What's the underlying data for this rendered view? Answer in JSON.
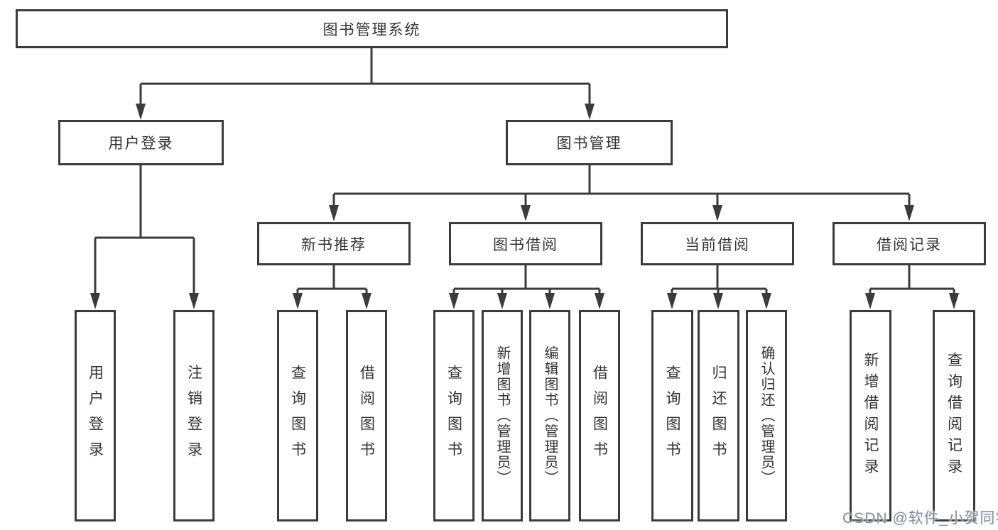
{
  "diagram": {
    "title": "图书管理系统",
    "root": {
      "label": "图书管理系统"
    },
    "level2": [
      {
        "label": "用户登录"
      },
      {
        "label": "图书管理"
      }
    ],
    "level3": [
      {
        "label": "新书推荐"
      },
      {
        "label": "图书借阅"
      },
      {
        "label": "当前借阅"
      },
      {
        "label": "借阅记录"
      }
    ],
    "leaves": [
      {
        "label": "用户登录",
        "parent": "用户登录"
      },
      {
        "label": "注销登录",
        "parent": "用户登录"
      },
      {
        "label": "查询图书",
        "parent": "新书推荐"
      },
      {
        "label": "借阅图书",
        "parent": "新书推荐"
      },
      {
        "label": "查询图书",
        "parent": "图书借阅"
      },
      {
        "label": "新增图书（管理员）",
        "parent": "图书借阅"
      },
      {
        "label": "编辑图书（管理员）",
        "parent": "图书借阅"
      },
      {
        "label": "借阅图书",
        "parent": "图书借阅"
      },
      {
        "label": "查询图书",
        "parent": "当前借阅"
      },
      {
        "label": "归还图书",
        "parent": "当前借阅"
      },
      {
        "label": "确认归还（管理员）",
        "parent": "当前借阅"
      },
      {
        "label": "新增借阅记录",
        "parent": "借阅记录"
      },
      {
        "label": "查询借阅记录",
        "parent": "借阅记录"
      }
    ]
  },
  "watermark": {
    "text": "CSDN @软件_小贺同学"
  },
  "colors": {
    "line": "#3b3b3b",
    "text": "#333333",
    "background": "#ffffff",
    "watermark": "#8b9199"
  }
}
